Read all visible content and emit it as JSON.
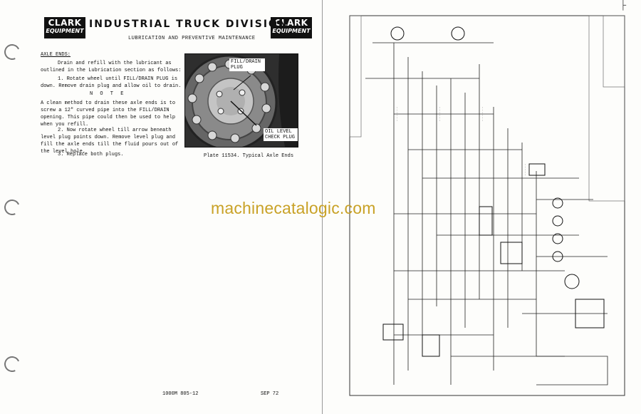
{
  "left_page": {
    "logo_left": {
      "line1": "CLARK",
      "line2": "EQUIPMENT"
    },
    "logo_right": {
      "line1": "CLARK",
      "line2": "EQUIPMENT"
    },
    "title": "INDUSTRIAL TRUCK DIVISION",
    "subtitle": "LUBRICATION AND PREVENTIVE MAINTENANCE",
    "section_heading": "AXLE ENDS:",
    "intro": "Drain and refill with the lubricant as outlined in the Lubrication section as follows:",
    "step1": "1. Rotate wheel until FILL/DRAIN PLUG is down. Remove drain plug and allow oil to drain.",
    "note_heading": "N O T E",
    "note_text": "A clean method to drain these axle ends is to screw a 12\" curved pipe into the FILL/DRAIN opening. This pipe could then be used to help when you refill.",
    "step2": "2. Now rotate wheel till arrow beneath level plug points down. Remove level plug and fill the axle ends till the fluid pours out of the level hole.",
    "step3": "3. Replace both plugs.",
    "photo_labels": {
      "fill_drain": "FILL/DRAIN PLUG",
      "oil_level": "OIL LEVEL CHECK PLUG"
    },
    "caption": "Plate 11534. Typical Axle Ends",
    "footer_code": "1000M 805-12",
    "footer_date": "SEP 72"
  },
  "watermark": "machinecatalogic.com",
  "right_page": {
    "diagram_type": "wiring-schematic"
  }
}
